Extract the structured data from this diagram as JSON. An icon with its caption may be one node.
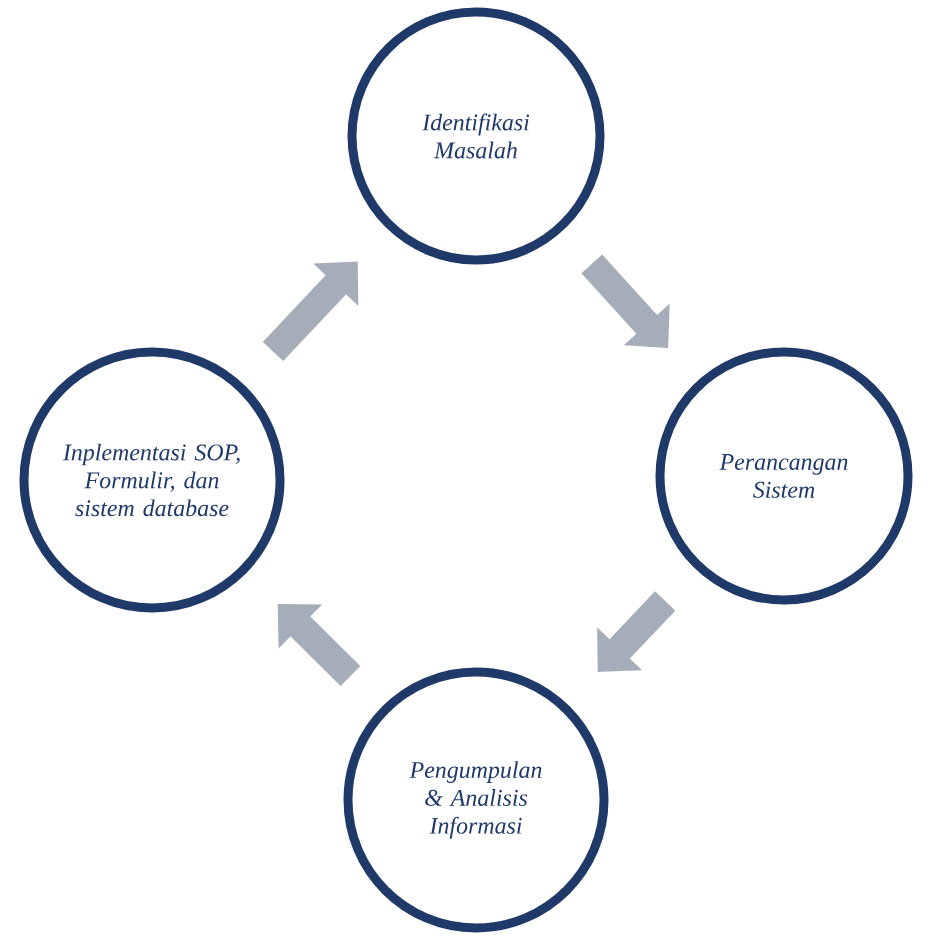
{
  "diagram": {
    "nodes": [
      {
        "text": [
          "Identifikasi Masalah"
        ]
      },
      {
        "text": [
          "Perancangan Sistem"
        ]
      },
      {
        "text": [
          "Pengumpulan & Analisis Informasi"
        ]
      },
      {
        "text": [
          "Inplementasi SOP, Formulir, dan sistem database"
        ]
      }
    ],
    "edges": [
      {
        "from": 0,
        "to": 1,
        "arrow": "to"
      },
      {
        "from": 1,
        "to": 2,
        "arrow": "to"
      },
      {
        "from": 2,
        "to": 3,
        "arrow": "to"
      },
      {
        "from": 3,
        "to": 0,
        "arrow": "to"
      }
    ]
  }
}
